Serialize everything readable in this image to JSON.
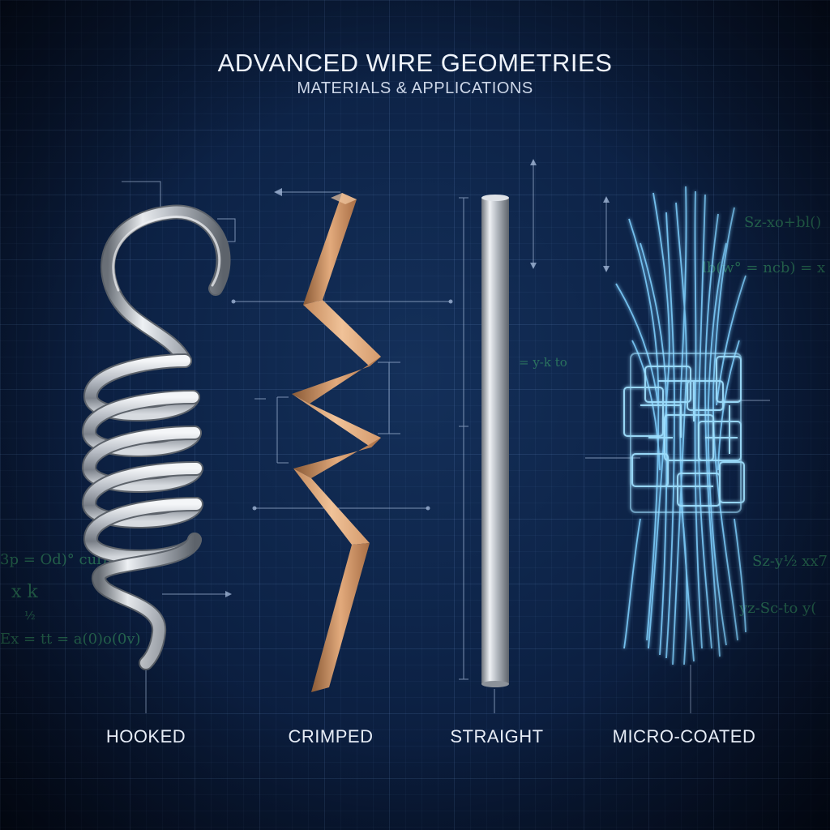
{
  "header": {
    "title": "ADVANCED WIRE GEOMETRIES",
    "subtitle": "MATERIALS & APPLICATIONS"
  },
  "wires": [
    {
      "label": "HOOKED"
    },
    {
      "label": "CRIMPED"
    },
    {
      "label": "STRAIGHT"
    },
    {
      "label": "MICRO-COATED"
    }
  ],
  "formulas": {
    "right_top": "Sz-xo+bl()",
    "right_second": "lb(w° = ncb) = x",
    "right_mid": "Sz-y½ xx7",
    "right_low": "yz-Sc-to y(",
    "right_small": "= y-k to",
    "left_a": "3p = Od)° cul)b",
    "left_b": "x k",
    "left_c": "Ex = tt = a(0)o(0v)",
    "left_d": "½"
  },
  "colors": {
    "background": "#0d2347",
    "copper": "#c98a5a",
    "steel": "#c8ccd2",
    "fiber": "#7fd0ff",
    "formula": "#3fae6a"
  }
}
